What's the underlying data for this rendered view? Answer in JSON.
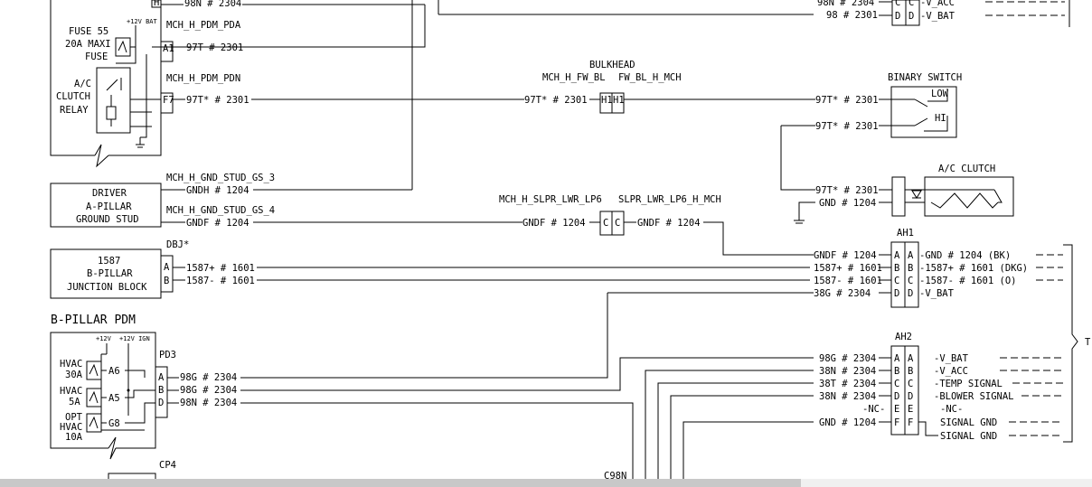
{
  "colors": {
    "line": "#000000",
    "background": "#ffffff",
    "scroll_thumb": "#c8c8c8"
  },
  "top": {
    "w1": "98N # 2304",
    "w2": "98N # 2304",
    "w3": "98 # 2301",
    "pins": [
      "H",
      "C",
      "D"
    ],
    "out1": "-V_ACC",
    "out2": "-V_BAT"
  },
  "fuse55": {
    "l1": "FUSE 55",
    "l2": "20A MAXI",
    "l3": "FUSE",
    "bat": "+12V BAT"
  },
  "acrelay": {
    "l1": "A/C",
    "l2": "CLUTCH",
    "l3": "RELAY"
  },
  "pda": {
    "label": "MCH_H_PDM_PDA",
    "pin": "A1",
    "wire": "97T # 2301"
  },
  "pdn": {
    "label": "MCH_H_PDM_PDN",
    "pin": "F7",
    "wire": "97T* # 2301"
  },
  "bulkhead": {
    "title": "BULKHEAD",
    "left": "MCH_H_FW_BL",
    "right": "FW_BL_H_MCH",
    "pin_l": "H1",
    "pin_r": "H1",
    "wire_l": "97T* # 2301"
  },
  "binary": {
    "title": "BINARY SWITCH",
    "low": "LOW",
    "hi": "HI",
    "w1": "97T* # 2301",
    "w2": "97T* # 2301"
  },
  "clutch": {
    "title": "A/C CLUTCH",
    "w1": "97T* # 2301",
    "w2": "GND # 1204"
  },
  "stud3": {
    "label": "MCH_H_GND_STUD_GS_3",
    "wire": "GNDH # 1204"
  },
  "driver": {
    "l1": "DRIVER",
    "l2": "A-PILLAR",
    "l3": "GROUND STUD"
  },
  "stud4": {
    "label": "MCH_H_GND_STUD_GS_4",
    "wire": "GNDF # 1204"
  },
  "lp6": {
    "left": "MCH_H_SLPR_LWR_LP6",
    "right": "SLPR_LWR_LP6_H_MCH",
    "pin_l": "C",
    "pin_r": "C",
    "wire_l": "GNDF # 1204",
    "wire_r": "GNDF # 1204"
  },
  "dbj": {
    "label": "DBJ*",
    "pinA": "A",
    "pinB": "B",
    "wA": "1587+ # 1601",
    "wB": "1587- # 1601"
  },
  "jblock": {
    "l1": "1587",
    "l2": "B-PILLAR",
    "l3": "JUNCTION BLOCK"
  },
  "ah1": {
    "label": "AH1",
    "pins": [
      "A",
      "B",
      "C",
      "D"
    ],
    "left": [
      "GNDF # 1204",
      "1587+ # 1601",
      "1587- # 1601",
      "38G # 2304"
    ],
    "right": [
      "-GND # 1204 (BK)",
      "-1587+ # 1601 (DKG)",
      "-1587- # 1601 (O)",
      "-V_BAT"
    ]
  },
  "bpdm": {
    "title": "B-PILLAR PDM",
    "v12": "+12V",
    "v12ign": "+12V IGN",
    "f1a": "HVAC",
    "f1b": "30A",
    "f1p": "A6",
    "f2a": "HVAC",
    "f2b": "5A",
    "f2p": "A5",
    "f3a": "OPT",
    "f3b": "HVAC",
    "f3c": "10A",
    "f3p": "G8"
  },
  "pd3": {
    "label": "PD3",
    "pins": [
      "A",
      "B",
      "D"
    ],
    "wires": [
      "98G # 2304",
      "98G # 2304",
      "98N # 2304"
    ]
  },
  "ah2": {
    "label": "AH2",
    "pins": [
      "A",
      "B",
      "C",
      "D",
      "E",
      "F"
    ],
    "left": [
      "98G # 2304",
      "38N # 2304",
      "38T # 2304",
      "38N # 2304",
      "-NC-",
      "GND # 1204"
    ],
    "right": [
      "-V_BAT",
      "-V_ACC",
      "-TEMP SIGNAL",
      "-BLOWER SIGNAL",
      "-NC-",
      "SIGNAL GND",
      "SIGNAL GND"
    ]
  },
  "misc": {
    "cp4": "CP4",
    "c98n": "C98N",
    "t": "T"
  }
}
